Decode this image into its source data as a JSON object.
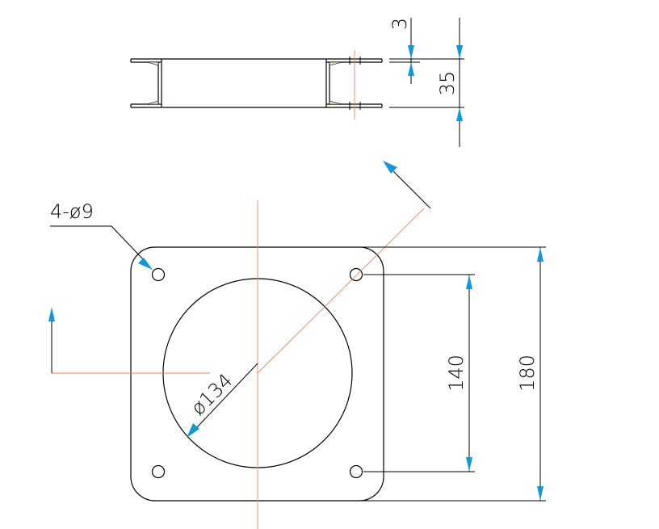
{
  "labels": {
    "hole_callout": "4-ø9",
    "bore_diameter": "ø134",
    "hole_spacing": "140",
    "overall_size": "180",
    "thickness": "3",
    "height": "35"
  },
  "colors": {
    "outline": "#000000",
    "centerline": "#e8866a",
    "arrow": "#1597d6"
  }
}
